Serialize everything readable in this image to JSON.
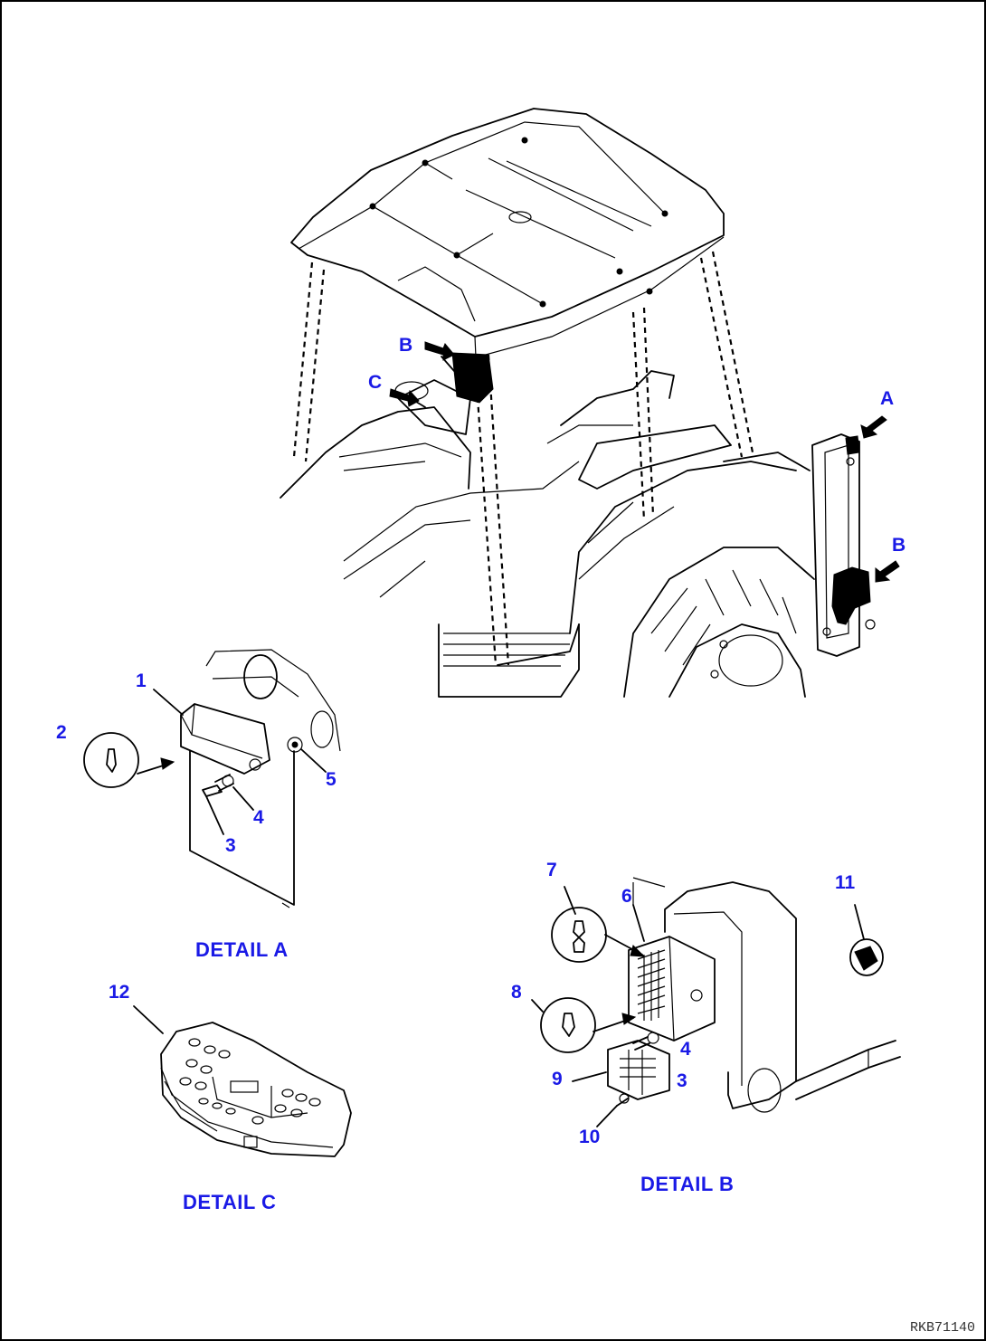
{
  "callouts": {
    "view_a": "A",
    "view_b_cab": "B",
    "view_b_side": "B",
    "view_c": "C",
    "p1": "1",
    "p2": "2",
    "p3a": "3",
    "p4a": "4",
    "p5": "5",
    "p6": "6",
    "p7": "7",
    "p8": "8",
    "p4b": "4",
    "p3b": "3",
    "p9": "9",
    "p10": "10",
    "p11": "11",
    "p12": "12"
  },
  "details": {
    "a": "DETAIL A",
    "b": "DETAIL B",
    "c": "DETAIL C"
  },
  "drawing_ref": "RKB71140",
  "colors": {
    "callout": "#1a1ae6",
    "line": "#000000"
  }
}
